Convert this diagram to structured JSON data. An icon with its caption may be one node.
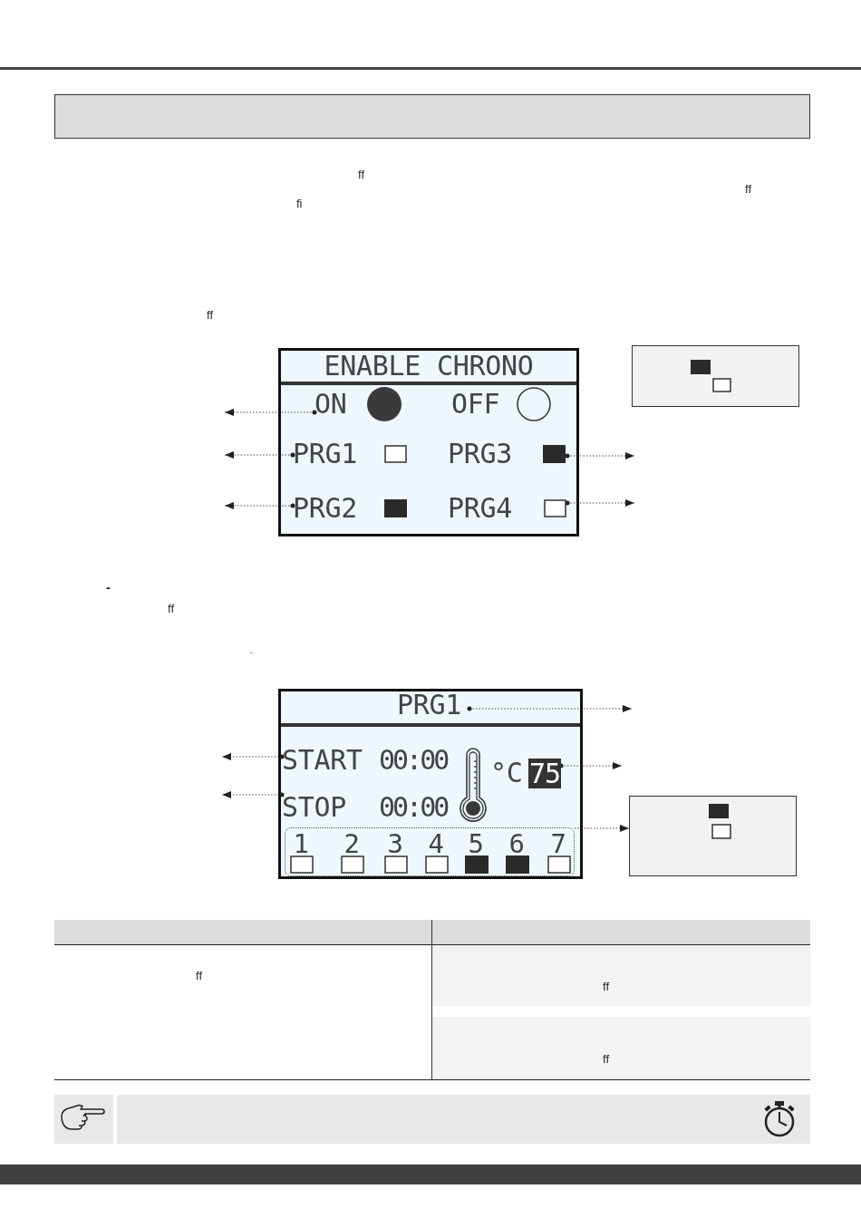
{
  "diagram": {
    "nodes": [
      {
        "text": [],
        "shape": "box"
      },
      {
        "text": [
          "ENABLE CHRONO"
        ]
      },
      {
        "text": [
          "ON"
        ],
        "in": 1
      },
      {
        "text": [
          "PRG1"
        ],
        "in": 1
      },
      {
        "text": [
          "PRG3"
        ],
        "in": 1
      },
      {
        "text": [
          "PRG2"
        ],
        "in": 1
      },
      {
        "text": [
          "PRG4"
        ],
        "in": 1
      },
      {
        "text": [],
        "shape": "box"
      },
      {
        "text": [],
        "shape": "box"
      },
      {
        "text": [
          "PRG1"
        ],
        "in": 8
      },
      {
        "text": [
          "START",
          "00:00"
        ],
        "in": 8
      },
      {
        "text": [
          "75"
        ],
        "beside": [
          "°C"
        ],
        "in": 8
      },
      {
        "text": [
          "STOP",
          "00:00"
        ],
        "in": 8
      },
      {
        "text": [
          "1",
          "2",
          "3",
          "4",
          "5",
          "6",
          "7"
        ],
        "in": 8
      },
      {
        "text": [],
        "shape": "box"
      }
    ],
    "edges": [
      {
        "from": 2,
        "to": null,
        "arrow": "to"
      },
      {
        "from": 3,
        "to": null,
        "arrow": "to"
      },
      {
        "from": 4,
        "to": null,
        "arrow": "to"
      },
      {
        "from": 5,
        "to": null,
        "arrow": "to"
      },
      {
        "from": 6,
        "to": null,
        "arrow": "to"
      },
      {
        "from": 9,
        "to": null,
        "arrow": "to"
      },
      {
        "from": 10,
        "to": null,
        "arrow": "to"
      },
      {
        "from": 11,
        "to": null,
        "arrow": "to"
      },
      {
        "from": 12,
        "to": null,
        "arrow": "to"
      },
      {
        "from": 13,
        "to": 14,
        "arrow": "to"
      }
    ],
    "labels": [
      "ff",
      "ff",
      "fi",
      "ff",
      "OFF",
      "-",
      "ff",
      "-",
      "ff",
      "ff",
      "ff"
    ]
  }
}
